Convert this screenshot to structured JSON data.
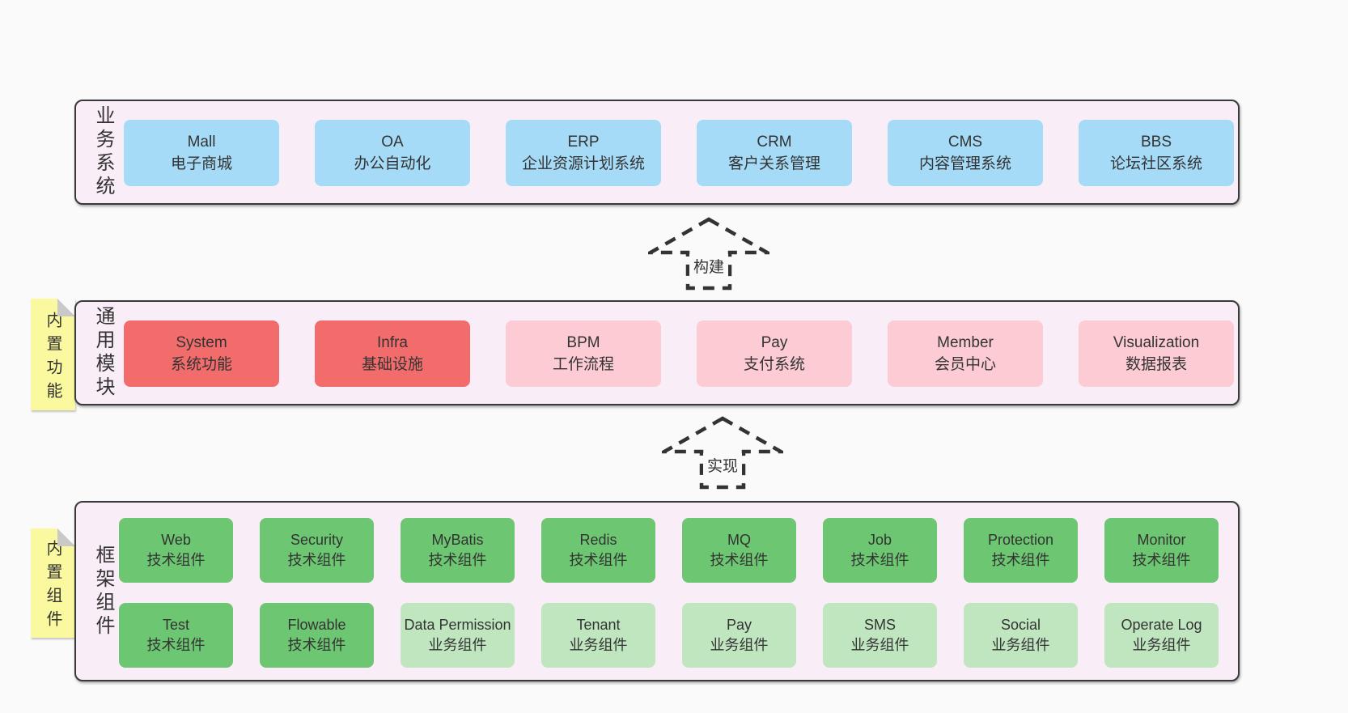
{
  "colors": {
    "page_bg": "#fafafa",
    "panel_bg": "#f9edf7",
    "panel_border": "#3a3a3a",
    "blue": "#a6dbf7",
    "red": "#f26c6c",
    "pink": "#fccbd3",
    "green": "#6dc671",
    "light_green": "#c0e6c0",
    "yellow": "#fbf99f",
    "fold_gray": "#c9c9c9",
    "text": "#333333",
    "arrow": "#333333"
  },
  "sections": {
    "business": {
      "panel_label": "业务系统",
      "boxes": [
        {
          "en": "Mall",
          "zh": "电子商城",
          "variant": "blue"
        },
        {
          "en": "OA",
          "zh": "办公自动化",
          "variant": "blue"
        },
        {
          "en": "ERP",
          "zh": "企业资源计划系统",
          "variant": "blue"
        },
        {
          "en": "CRM",
          "zh": "客户关系管理",
          "variant": "blue"
        },
        {
          "en": "CMS",
          "zh": "内容管理系统",
          "variant": "blue"
        },
        {
          "en": "BBS",
          "zh": "论坛社区系统",
          "variant": "blue"
        }
      ]
    },
    "modules": {
      "panel_label": "通用模块",
      "tab_label": "内置功能",
      "boxes": [
        {
          "en": "System",
          "zh": "系统功能",
          "variant": "red"
        },
        {
          "en": "Infra",
          "zh": "基础设施",
          "variant": "red"
        },
        {
          "en": "BPM",
          "zh": "工作流程",
          "variant": "pink"
        },
        {
          "en": "Pay",
          "zh": "支付系统",
          "variant": "pink"
        },
        {
          "en": "Member",
          "zh": "会员中心",
          "variant": "pink"
        },
        {
          "en": "Visualization",
          "zh": "数据报表",
          "variant": "pink"
        }
      ]
    },
    "framework": {
      "panel_label": "框架组件",
      "tab_label": "内置组件",
      "row1": [
        {
          "en": "Web",
          "zh": "技术组件",
          "variant": "green"
        },
        {
          "en": "Security",
          "zh": "技术组件",
          "variant": "green"
        },
        {
          "en": "MyBatis",
          "zh": "技术组件",
          "variant": "green"
        },
        {
          "en": "Redis",
          "zh": "技术组件",
          "variant": "green"
        },
        {
          "en": "MQ",
          "zh": "技术组件",
          "variant": "green"
        },
        {
          "en": "Job",
          "zh": "技术组件",
          "variant": "green"
        },
        {
          "en": "Protection",
          "zh": "技术组件",
          "variant": "green"
        },
        {
          "en": "Monitor",
          "zh": "技术组件",
          "variant": "green"
        }
      ],
      "row2": [
        {
          "en": "Test",
          "zh": "技术组件",
          "variant": "green"
        },
        {
          "en": "Flowable",
          "zh": "技术组件",
          "variant": "green"
        },
        {
          "en": "Data Permission",
          "zh": "业务组件",
          "variant": "light_green"
        },
        {
          "en": "Tenant",
          "zh": "业务组件",
          "variant": "light_green"
        },
        {
          "en": "Pay",
          "zh": "业务组件",
          "variant": "light_green"
        },
        {
          "en": "SMS",
          "zh": "业务组件",
          "variant": "light_green"
        },
        {
          "en": "Social",
          "zh": "业务组件",
          "variant": "light_green"
        },
        {
          "en": "Operate Log",
          "zh": "业务组件",
          "variant": "light_green"
        }
      ]
    }
  },
  "arrows": [
    {
      "label": "构建"
    },
    {
      "label": "实现"
    }
  ]
}
